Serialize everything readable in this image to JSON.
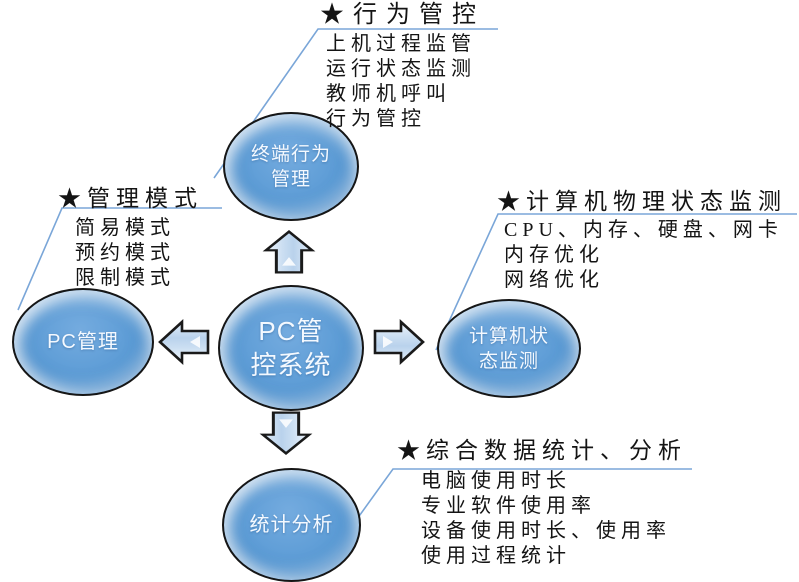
{
  "diagram": {
    "type": "radial-callout-diagram",
    "colors": {
      "node_fill": "#5b9bd5",
      "node_highlight": "#ffffff",
      "node_stroke": "#161616",
      "node_text": "#ffffff",
      "arrow_fill_light": "#eef5fc",
      "arrow_fill_dark": "#b9d2ec",
      "arrow_stroke": "#1a1a1a",
      "connector_line": "#7aa6d8",
      "callout_text": "#141414",
      "background": "#ffffff"
    }
  },
  "center_node": {
    "name": "PC管控系统",
    "lines": [
      "PC管",
      "控系统"
    ]
  },
  "nodes": {
    "top": {
      "name": "终端行为管理",
      "lines": [
        "终端行为",
        "管理"
      ]
    },
    "left": {
      "name": "PC管理",
      "lines": [
        "PC管理"
      ]
    },
    "right": {
      "name": "计算机状态监测",
      "lines": [
        "计算机状",
        "态监测"
      ]
    },
    "bottom": {
      "name": "统计分析",
      "lines": [
        "统计分析"
      ]
    }
  },
  "callouts": {
    "top": {
      "title": "★行为管控",
      "items": [
        "上机过程监管",
        "运行状态监测",
        "教师机呼叫",
        "行为管控"
      ]
    },
    "left": {
      "title": "★管理模式",
      "items": [
        "简易模式",
        "预约模式",
        "限制模式"
      ]
    },
    "right": {
      "title": "★计算机物理状态监测",
      "items": [
        "CPU、内存、硬盘、网卡",
        "内存优化",
        "网络优化"
      ]
    },
    "bottom": {
      "title": "★综合数据统计、分析",
      "items": [
        "电脑使用时长",
        "专业软件使用率",
        "设备使用时长、使用率",
        "使用过程统计"
      ]
    }
  }
}
